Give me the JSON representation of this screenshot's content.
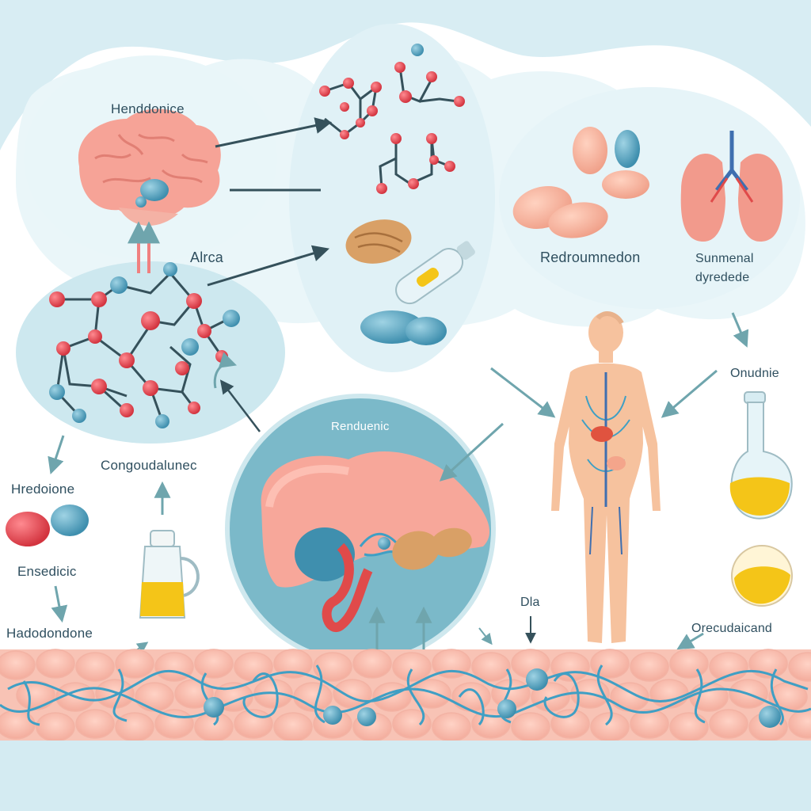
{
  "colors": {
    "background": "#ffffff",
    "cloud_light": "#e6f4f8",
    "bubble": "#d9eef3",
    "liver_bubble": "#7bb9c9",
    "tissue": "#f6b8a8",
    "vessel": "#3f9fc4",
    "node_blue": "#4fa3c2",
    "node_red": "#e8404e",
    "bond": "#35515b",
    "arrow": "#6fa5ad",
    "organ_pink": "#f29a8c",
    "skin": "#f6c29e",
    "oil": "#f4c518",
    "label_text": "#2f4f5f"
  },
  "labels": {
    "brain": "Henddonice",
    "brain_molecule": "Alrca",
    "tablets": "Redroumnedon",
    "lungs_line1": "Sunmenal",
    "lungs_line2": "dyredede",
    "flask": "Onudnie",
    "liver": "Renduenic",
    "oil_bottle": "Congoudalunec",
    "pellets": "Hredoione",
    "pellets_sub": "Ensedicic",
    "bottom_left": "Hadodondone",
    "small": "Dla",
    "oil_drop": "Orecudaicand"
  },
  "icons": {
    "brain": "brain-icon",
    "lungs": "lungs-icon",
    "liver": "liver-icon",
    "human": "human-body-icon",
    "flask": "flask-icon",
    "oil_bottle": "oil-bottle-icon",
    "capsule": "capsule-icon",
    "almond": "almond-icon",
    "oil_drop": "oil-drop-icon"
  }
}
